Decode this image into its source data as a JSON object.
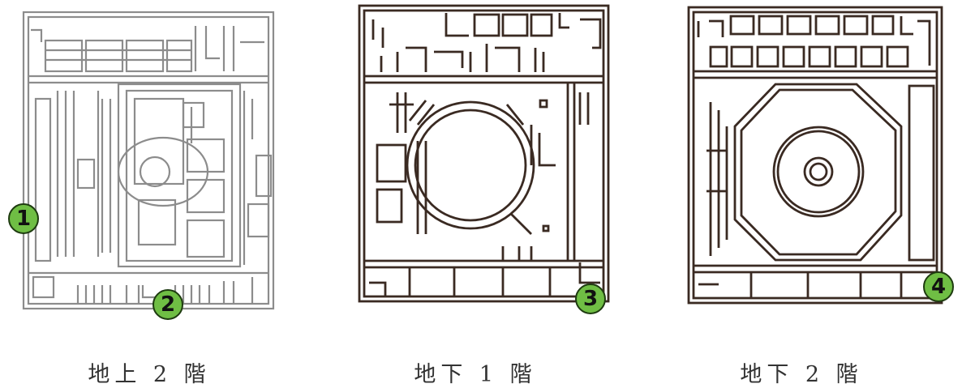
{
  "figures": [
    {
      "caption": "地上 2 階",
      "marker": "1"
    },
    {
      "caption": "地下 1 階",
      "marker": "3"
    },
    {
      "caption": "地下 2 階",
      "marker": "4"
    }
  ],
  "extra_marker": "2",
  "colors": {
    "marker_fill": "#6fbe44",
    "marker_border": "#1e3b10",
    "wall_light": "#8c8c8c",
    "wall_dark": "#3a2a22"
  }
}
